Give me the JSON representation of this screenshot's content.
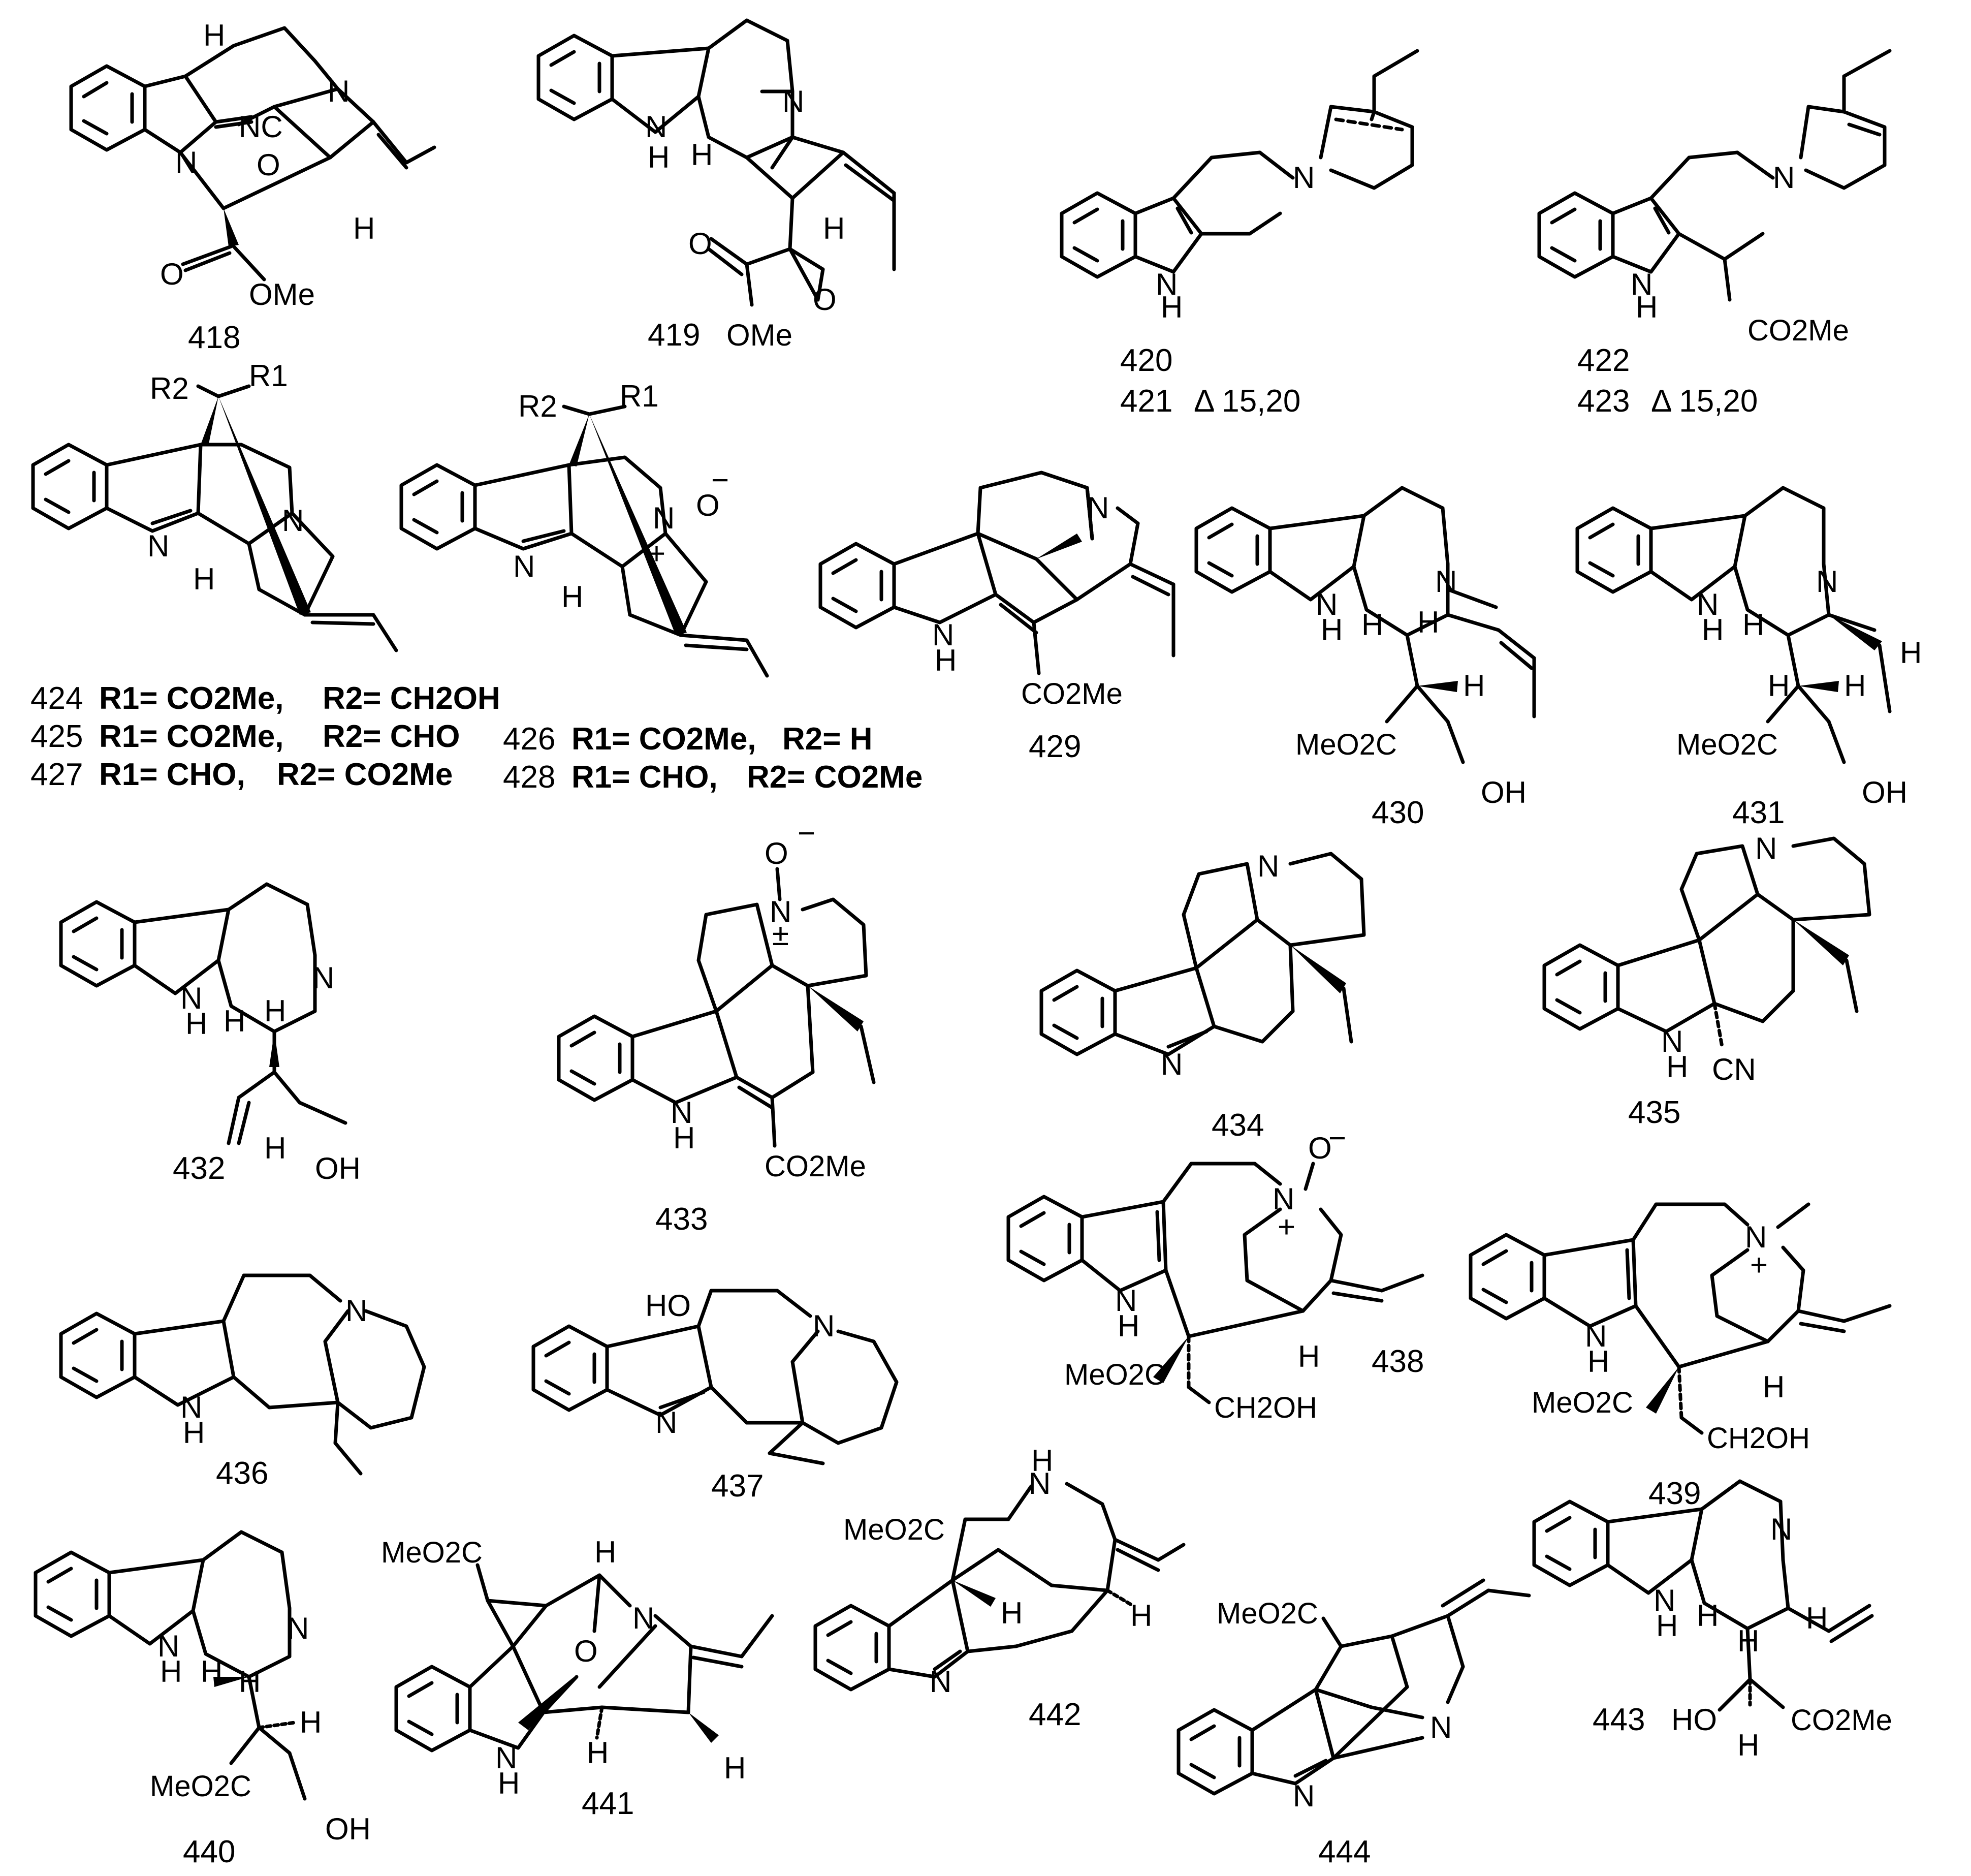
{
  "compounds": [
    {
      "id": "418"
    },
    {
      "id": "419"
    },
    {
      "id": "420"
    },
    {
      "id": "421",
      "note": "Δ 15,20"
    },
    {
      "id": "422"
    },
    {
      "id": "423",
      "note": "Δ 15,20"
    },
    {
      "id": "424",
      "r1": "R1= CO2Me,",
      "r2": "R2= CH2OH"
    },
    {
      "id": "425",
      "r1": "R1= CO2Me,",
      "r2": "R2= CHO"
    },
    {
      "id": "426",
      "r1": "R1= CO2Me,",
      "r2": "R2= H"
    },
    {
      "id": "427",
      "r1": "R1= CHO,",
      "r2": "R2= CO2Me"
    },
    {
      "id": "428",
      "r1": "R1= CHO,",
      "r2": "R2= CO2Me"
    },
    {
      "id": "429"
    },
    {
      "id": "430"
    },
    {
      "id": "431"
    },
    {
      "id": "432"
    },
    {
      "id": "433"
    },
    {
      "id": "434"
    },
    {
      "id": "435"
    },
    {
      "id": "436"
    },
    {
      "id": "437"
    },
    {
      "id": "438"
    },
    {
      "id": "439"
    },
    {
      "id": "440"
    },
    {
      "id": "441"
    },
    {
      "id": "442"
    },
    {
      "id": "443"
    },
    {
      "id": "444"
    }
  ],
  "atoms": {
    "N": "N",
    "NH": "NH",
    "H": "H",
    "O": "O",
    "OH": "OH",
    "OMe": "OMe",
    "NC": "NC",
    "CN": "CN",
    "HO": "HO",
    "CO2Me": "CO2Me",
    "MeO2C": "MeO2C",
    "CH2OH": "CH2OH",
    "R1": "R1",
    "R2": "R2",
    "plus": "+",
    "minus": "−",
    "plusminus": "±"
  },
  "colors": {
    "ink": "#000000",
    "background": "#ffffff"
  }
}
